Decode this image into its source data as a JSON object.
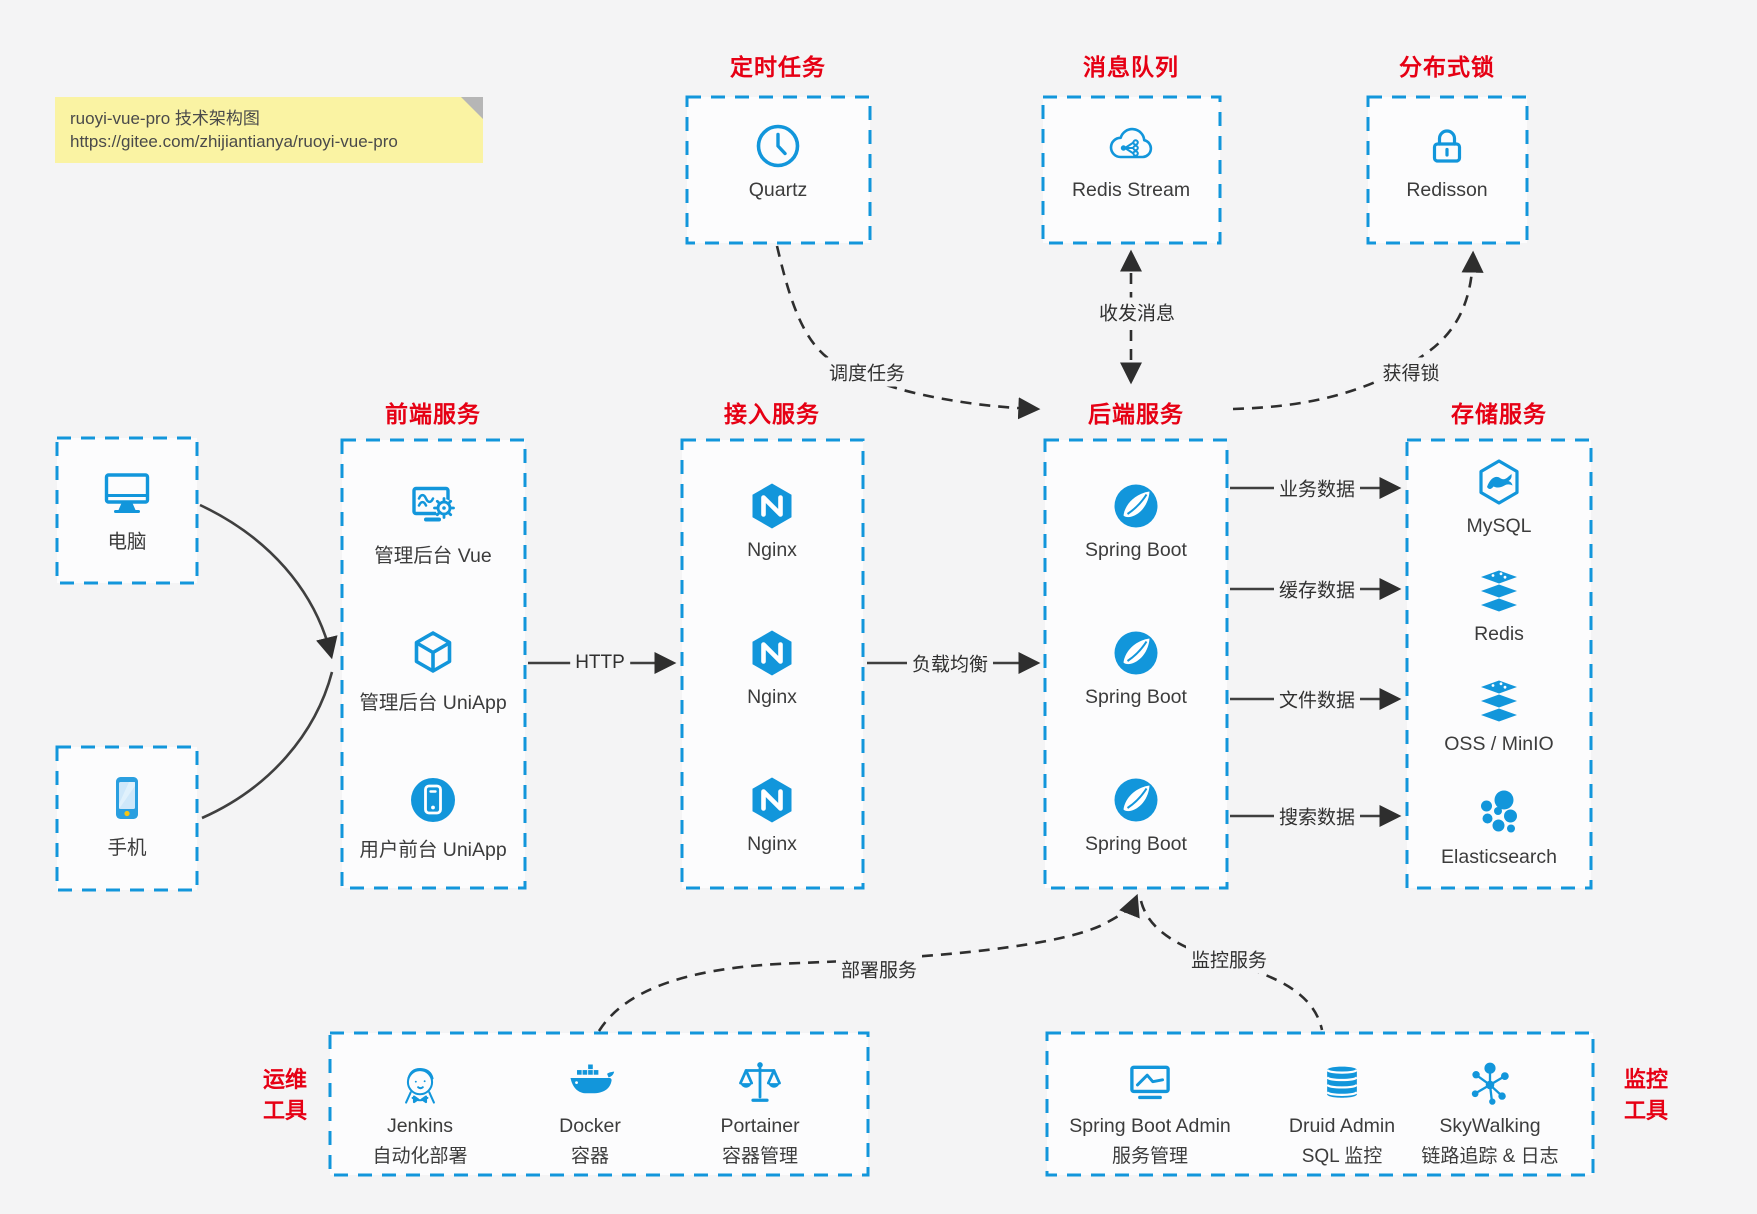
{
  "note": {
    "line1": "ruoyi-vue-pro 技术架构图",
    "line2": "https://gitee.com/zhijiantianya/ruoyi-vue-pro"
  },
  "colors": {
    "accent_blue": "#1296db",
    "title_red": "#e60014",
    "note_bg": "#faf3a3",
    "solid_arrow": "#3f3f3f",
    "dashed_arrow": "#2e2e2e"
  },
  "sections": {
    "scheduler": {
      "title": "定时任务",
      "item": "Quartz"
    },
    "mq": {
      "title": "消息队列",
      "item": "Redis Stream"
    },
    "lock": {
      "title": "分布式锁",
      "item": "Redisson"
    },
    "clients": {
      "items": [
        "电脑",
        "手机"
      ]
    },
    "frontend": {
      "title": "前端服务",
      "items": [
        "管理后台 Vue",
        "管理后台 UniApp",
        "用户前台 UniApp"
      ]
    },
    "access": {
      "title": "接入服务",
      "items": [
        "Nginx",
        "Nginx",
        "Nginx"
      ]
    },
    "backend": {
      "title": "后端服务",
      "items": [
        "Spring Boot",
        "Spring Boot",
        "Spring Boot"
      ]
    },
    "storage": {
      "title": "存储服务",
      "items": [
        "MySQL",
        "Redis",
        "OSS / MinIO",
        "Elasticsearch"
      ]
    },
    "ops": {
      "side_label": "运维\n工具",
      "items": [
        {
          "name": "Jenkins",
          "desc": "自动化部署"
        },
        {
          "name": "Docker",
          "desc": "容器"
        },
        {
          "name": "Portainer",
          "desc": "容器管理"
        }
      ]
    },
    "monitoring": {
      "side_label": "监控\n工具",
      "items": [
        {
          "name": "Spring Boot Admin",
          "desc": "服务管理"
        },
        {
          "name": "Druid Admin",
          "desc": "SQL 监控"
        },
        {
          "name": "SkyWalking",
          "desc": "链路追踪 & 日志"
        }
      ]
    }
  },
  "edges": {
    "schedule": "调度任务",
    "message": "收发消息",
    "acquire_lock": "获得锁",
    "http": "HTTP",
    "load_balance": "负载均衡",
    "business_data": "业务数据",
    "cache_data": "缓存数据",
    "file_data": "文件数据",
    "search_data": "搜索数据",
    "deploy": "部署服务",
    "monitor": "监控服务"
  }
}
